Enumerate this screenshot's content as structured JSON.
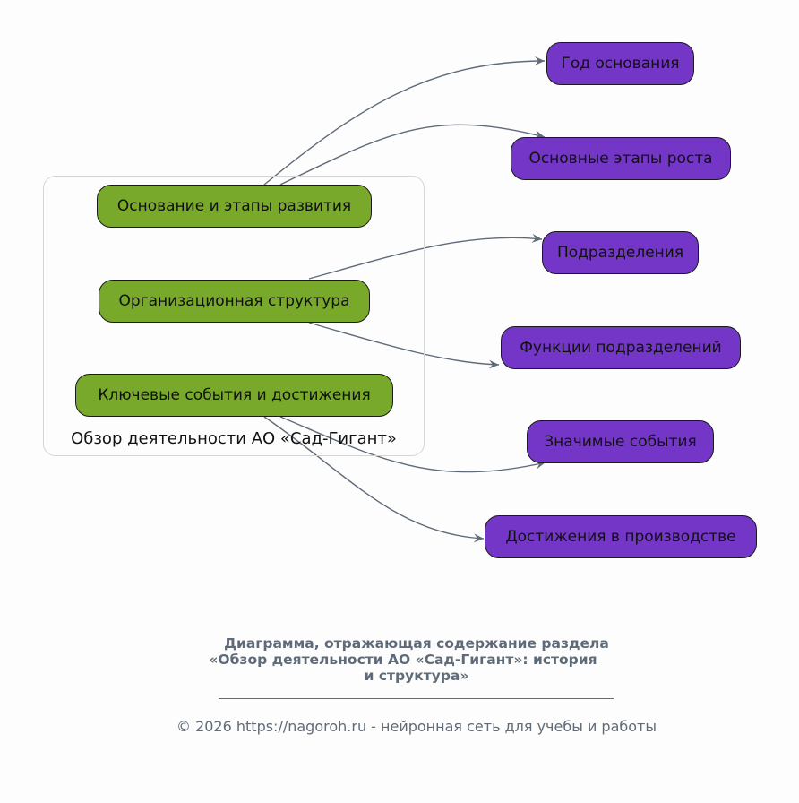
{
  "diagram": {
    "cluster_label": "Обзор деятельности АО «Сад-Гигант»",
    "sections": [
      {
        "id": "founding",
        "label": "Основание и этапы развития"
      },
      {
        "id": "structure",
        "label": "Организационная структура"
      },
      {
        "id": "events",
        "label": "Ключевые события и достижения"
      }
    ],
    "topics": [
      {
        "id": "year",
        "label": "Год основания",
        "parent": "founding"
      },
      {
        "id": "growth",
        "label": "Основные этапы роста",
        "parent": "founding"
      },
      {
        "id": "divisions",
        "label": "Подразделения",
        "parent": "structure"
      },
      {
        "id": "functions",
        "label": "Функции подразделений",
        "parent": "structure"
      },
      {
        "id": "significant",
        "label": "Значимые события",
        "parent": "events"
      },
      {
        "id": "achievements",
        "label": "Достижения в производстве",
        "parent": "events"
      }
    ],
    "colors": {
      "section_fill": "#78a92a",
      "topic_fill": "#7436c7",
      "edge": "#5f6b78"
    }
  },
  "caption": {
    "line1": "Диаграмма, отражающая содержание раздела",
    "line2": "«Обзор деятельности АО «Сад-Гигант»: история",
    "line3": "и структура»"
  },
  "footer": "© 2026 https://nagoroh.ru - нейронная сеть для учебы и работы"
}
